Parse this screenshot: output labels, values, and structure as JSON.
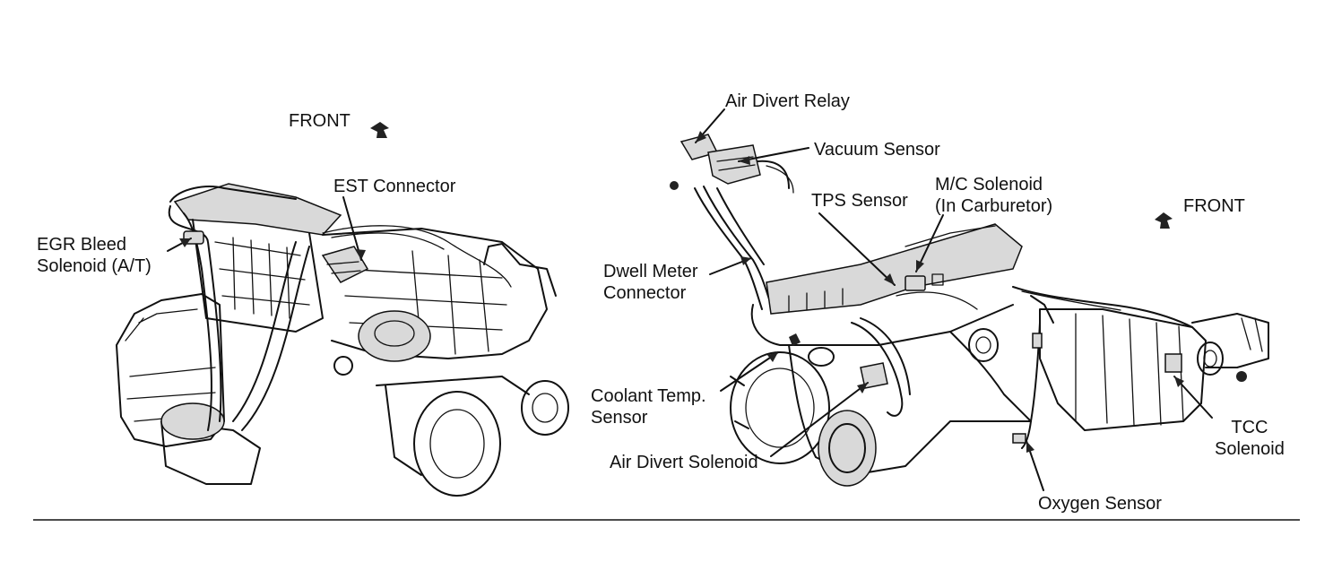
{
  "left_diagram": {
    "front_label": "FRONT",
    "labels": {
      "est_connector": "EST Connector",
      "egr_line1": "EGR Bleed",
      "egr_line2": "Solenoid (A/T)"
    }
  },
  "right_diagram": {
    "front_label": "FRONT",
    "labels": {
      "air_divert_relay": "Air Divert Relay",
      "vacuum_sensor": "Vacuum Sensor",
      "tps_sensor": "TPS Sensor",
      "mc_line1": "M/C Solenoid",
      "mc_line2": "(In Carburetor)",
      "dwell_line1": "Dwell Meter",
      "dwell_line2": "Connector",
      "coolant_line1": "Coolant Temp.",
      "coolant_line2": "Sensor",
      "air_divert_solenoid": "Air Divert Solenoid",
      "oxygen_sensor": "Oxygen Sensor",
      "tcc_line1": "TCC",
      "tcc_line2": "Solenoid"
    }
  },
  "colors": {
    "ink": "#111111",
    "background": "#ffffff"
  }
}
